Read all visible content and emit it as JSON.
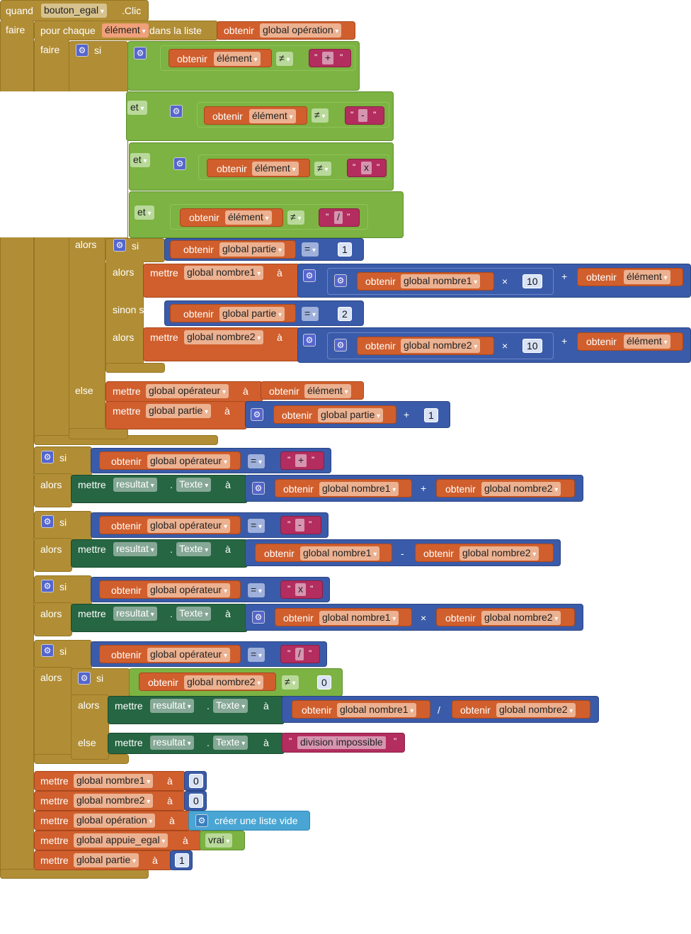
{
  "event": {
    "quand": "quand",
    "component": "bouton_egal",
    "event_name": ".Clic",
    "faire": "faire"
  },
  "kw": {
    "pour_chaque": "pour chaque",
    "element": "élément",
    "dans_la_liste": "dans la liste",
    "faire": "faire",
    "si": "si",
    "et": "et",
    "alors": "alors",
    "sinon_si": "sinon si",
    "else": "else",
    "obtenir": "obtenir",
    "mettre": "mettre",
    "a": "à",
    "neq": "≠",
    "eq": "=",
    "plus": "+",
    "minus": "-",
    "times": "×",
    "div": "/",
    "x_char": "x",
    "dot": ".",
    "quote": "\"",
    "gear": "⚙"
  },
  "vars": {
    "element": "élément",
    "operation": "global opération",
    "partie": "global partie",
    "nombre1": "global nombre1",
    "nombre2": "global nombre2",
    "operateur": "global opérateur",
    "appuie_egal": "global appuie_egal"
  },
  "numbers": {
    "one": "1",
    "two": "2",
    "ten": "10",
    "zero": "0"
  },
  "strings": {
    "plus": "+",
    "minus": "-",
    "times": "x",
    "div": "/",
    "division_impossible": "division impossible"
  },
  "components": {
    "resultat": "resultat",
    "texte": "Texte"
  },
  "literals": {
    "vrai": "vrai",
    "liste_vide": "créer une liste vide"
  },
  "colors": {
    "control": "#b18e35",
    "logic": "#7cb342",
    "variable": "#d05f2d",
    "math": "#3a5ba9",
    "text": "#b32d5e",
    "component": "#266643",
    "list": "#49a6d4"
  }
}
